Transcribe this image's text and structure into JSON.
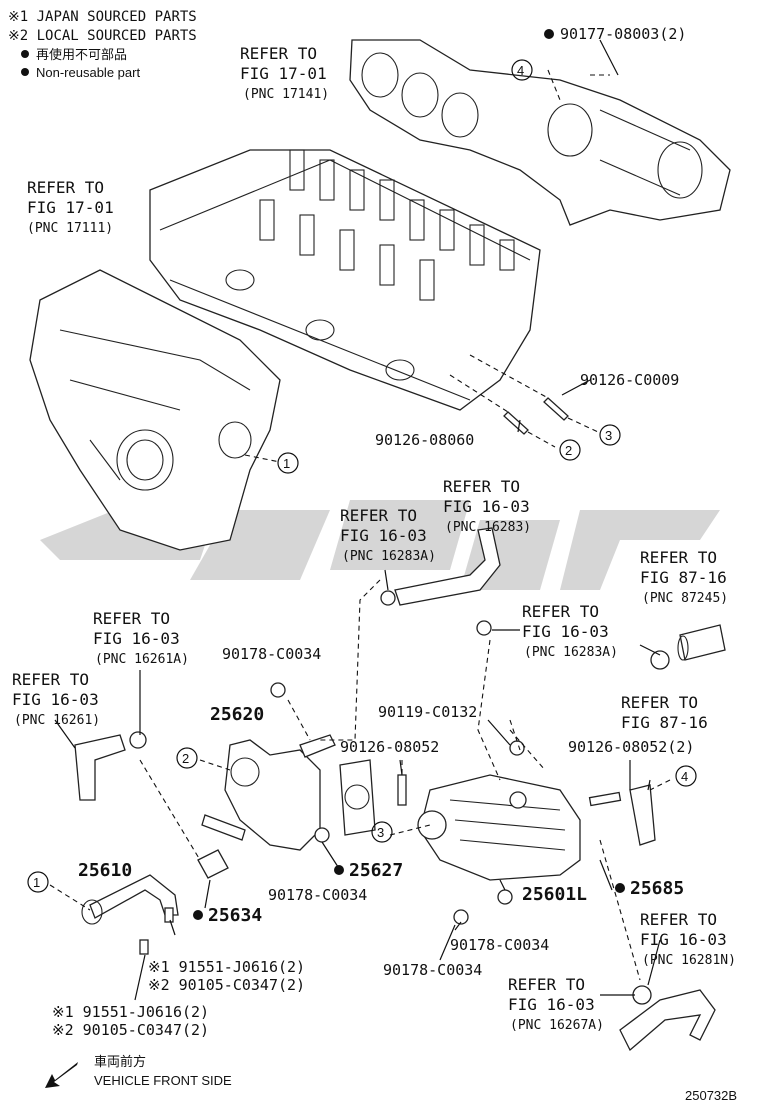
{
  "legend": {
    "japan": "※1 JAPAN SOURCED PARTS",
    "local": "※2 LOCAL SOURCED PARTS",
    "nonreuse_jp": "再使用不可部品",
    "nonreuse_en": "Non-reusable part"
  },
  "refs": {
    "r1": [
      "REFER TO",
      "FIG 17-01",
      "(PNC 17141)"
    ],
    "r2": [
      "REFER TO",
      "FIG 17-01",
      "(PNC 17111)"
    ],
    "r3": [
      "REFER TO",
      "FIG 16-03",
      "(PNC 16283)"
    ],
    "r4": [
      "REFER TO",
      "FIG 16-03",
      "(PNC 16283A)"
    ],
    "r5": [
      "REFER TO",
      "FIG 87-16",
      "(PNC 87245)"
    ],
    "r6": [
      "REFER TO",
      "FIG 16-03",
      "(PNC 16283A)"
    ],
    "r7": [
      "REFER TO",
      "FIG 16-03",
      "(PNC 16261A)"
    ],
    "r8": [
      "REFER TO",
      "FIG 16-03",
      "(PNC 16261)"
    ],
    "r9": [
      "REFER TO",
      "FIG 87-16"
    ],
    "r10": [
      "REFER TO",
      "FIG 16-03",
      "(PNC 16281N)"
    ],
    "r11": [
      "REFER TO",
      "FIG 16-03",
      "(PNC 16267A)"
    ]
  },
  "parts": {
    "p1": "90177-08003(2)",
    "p2": "90126-C0009",
    "p3": "90126-08060",
    "p4": "90178-C0034",
    "p5": "90119-C0132",
    "p6": "25620",
    "p7": "90126-08052",
    "p8": "90126-08052(2)",
    "p9": "25610",
    "p10": "25627",
    "p11": "25634",
    "p12": "90178-C0034",
    "p13": "25601L",
    "p14": "25685",
    "p15": "90178-C0034",
    "p16": "90178-C0034",
    "p17a": "※1 91551-J0616(2)",
    "p17b": "※2 90105-C0347(2)",
    "p18a": "※1 91551-J0616(2)",
    "p18b": "※2 90105-C0347(2)"
  },
  "callouts": [
    "4",
    "1",
    "2",
    "3",
    "2",
    "3",
    "4",
    "1"
  ],
  "front": {
    "jp": "車両前方",
    "en": "VEHICLE FRONT SIDE"
  },
  "figure_code": "250732B"
}
